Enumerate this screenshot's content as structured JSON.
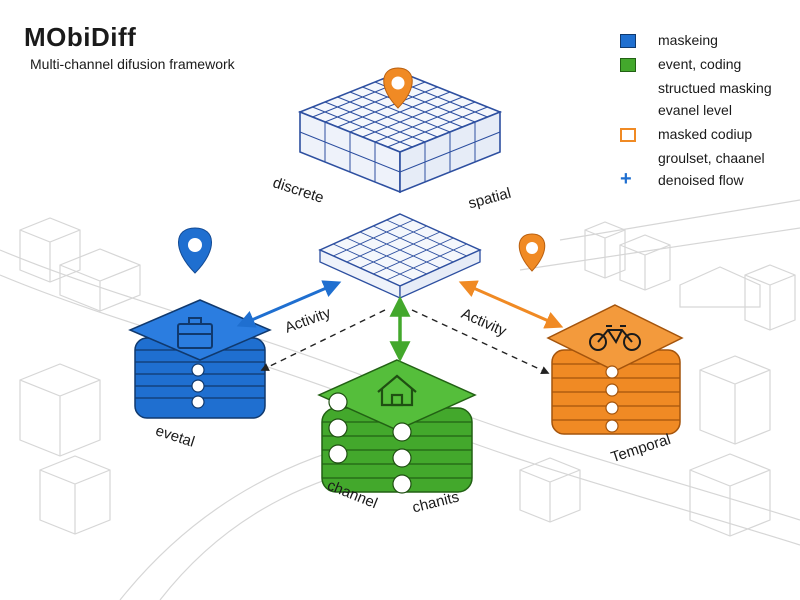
{
  "header": {
    "title": "MObiDiff",
    "subtitle": "Multi-channel difusion framework"
  },
  "legend": {
    "items": [
      {
        "label": "maskeing",
        "marker": "filled-square",
        "color": "#1f6fd0"
      },
      {
        "label": "event, coding",
        "marker": "filled-square",
        "color": "#43a82c"
      },
      {
        "label": "structued masking",
        "marker": "none"
      },
      {
        "label": "evanel level",
        "marker": "none"
      },
      {
        "label": "masked codiup",
        "marker": "outline-square",
        "color": "#f08a24"
      },
      {
        "label": "groulset, chaanel",
        "marker": "none"
      },
      {
        "label": "denoised flow",
        "marker": "plus",
        "color": "#1f6fd0"
      }
    ]
  },
  "labels": {
    "discrete": "discrete",
    "spatial": "spatial",
    "activity_left": "Activity",
    "activity_right": "Activity",
    "evetal": "evetal",
    "channel": "channel",
    "chanits": "chanits",
    "temporal": "Temporal"
  },
  "colors": {
    "blue": "#1f6fd0",
    "green": "#43a82c",
    "orange": "#f08a24",
    "grid_line": "#2d4fa0"
  },
  "icons": {
    "blue_stack_top": "briefcase-icon",
    "green_stack_top": "house-icon",
    "orange_stack_top": "bicycle-icon",
    "side_badges": "clock-icon",
    "pins": "location-pin-icon"
  }
}
